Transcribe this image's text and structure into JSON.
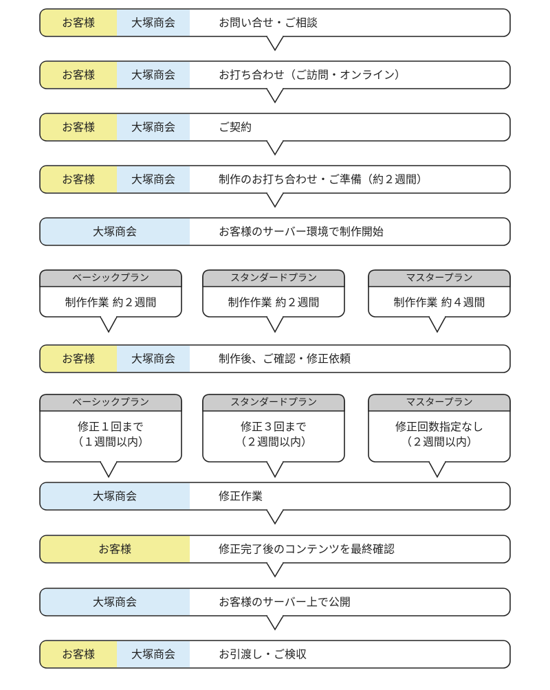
{
  "parties": {
    "client": "お客様",
    "company": "大塚商会"
  },
  "colors": {
    "client": "#f3ef9a",
    "company": "#d8ebf8",
    "header": "#cccccc",
    "stroke": "#222222"
  },
  "steps": [
    {
      "roles": [
        "client",
        "company"
      ],
      "text": "お問い合せ・ご相談"
    },
    {
      "roles": [
        "client",
        "company"
      ],
      "text": "お打ち合わせ（ご訪問・オンライン）"
    },
    {
      "roles": [
        "client",
        "company"
      ],
      "text": "ご契約"
    },
    {
      "roles": [
        "client",
        "company"
      ],
      "text": "制作のお打ち合わせ・ご準備（約２週間）"
    },
    {
      "roles": [
        "company"
      ],
      "text": "お客様のサーバー環境で制作開始"
    },
    {
      "plans": [
        {
          "name": "ベーシックプラン",
          "lines": [
            "制作作業 約２週間"
          ]
        },
        {
          "name": "スタンダードプラン",
          "lines": [
            "制作作業 約２週間"
          ]
        },
        {
          "name": "マスタープラン",
          "lines": [
            "制作作業 約４週間"
          ]
        }
      ]
    },
    {
      "roles": [
        "client",
        "company"
      ],
      "text": "制作後、ご確認・修正依頼"
    },
    {
      "plans": [
        {
          "name": "ベーシックプラン",
          "lines": [
            "修正１回まで",
            "（１週間以内）"
          ]
        },
        {
          "name": "スタンダードプラン",
          "lines": [
            "修正３回まで",
            "（２週間以内）"
          ]
        },
        {
          "name": "マスタープラン",
          "lines": [
            "修正回数指定なし",
            "（２週間以内）"
          ]
        }
      ]
    },
    {
      "roles": [
        "company"
      ],
      "text": "修正作業"
    },
    {
      "roles": [
        "client"
      ],
      "text": "修正完了後のコンテンツを最終確認"
    },
    {
      "roles": [
        "company"
      ],
      "text": "お客様のサーバー上で公開"
    },
    {
      "roles": [
        "client",
        "company"
      ],
      "text": "お引渡し・ご検収"
    }
  ]
}
